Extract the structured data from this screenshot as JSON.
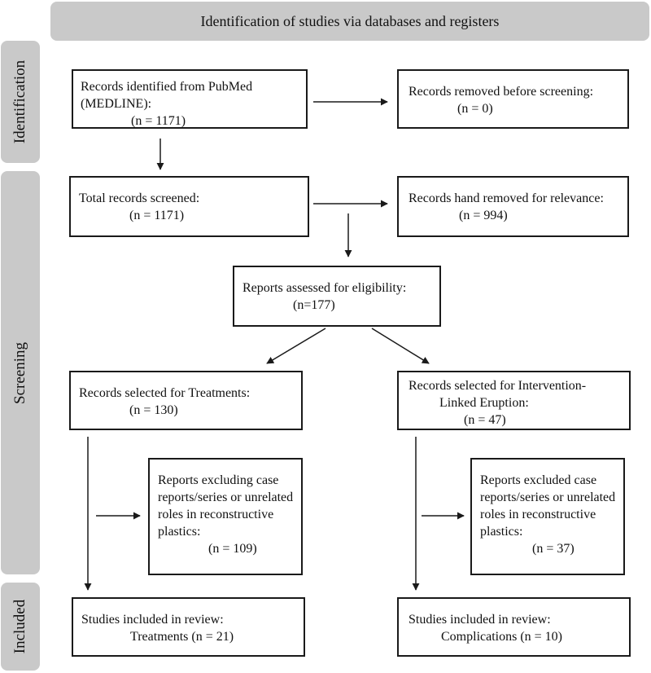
{
  "banner": {
    "title": "Identification of studies via databases and registers"
  },
  "phases": {
    "identification": "Identification",
    "screening": "Screening",
    "included": "Included"
  },
  "boxes": {
    "pubmed": {
      "line1": "Records identified from PubMed",
      "line2": "(MEDLINE):",
      "line3": "(n = 1171)"
    },
    "removed": {
      "line1": "Records removed before screening:",
      "line2": "(n = 0)"
    },
    "screened": {
      "line1": "Total records screened:",
      "line2": "(n = 1171)"
    },
    "hand": {
      "line1": "Records hand removed for relevance:",
      "line2": "(n = 994)"
    },
    "eligibility": {
      "line1": "Reports assessed for eligibility:",
      "line2": "(n=177)"
    },
    "treatments": {
      "line1": "Records selected for Treatments:",
      "line2": "(n = 130)"
    },
    "intervention": {
      "line1": "Records selected for Intervention-",
      "line2": "Linked Eruption:",
      "line3": "(n = 47)"
    },
    "excl_left": {
      "line1": "Reports excluding case",
      "line2": "reports/series or unrelated",
      "line3": "roles in reconstructive",
      "line4": "plastics:",
      "line5": "(n = 109)"
    },
    "excl_right": {
      "line1": "Reports excluded case",
      "line2": "reports/series or unrelated",
      "line3": "roles in reconstructive",
      "line4": "plastics:",
      "line5": "(n = 37)"
    },
    "incl_left": {
      "line1": "Studies included in review:",
      "line2": "Treatments (n = 21)"
    },
    "incl_right": {
      "line1": "Studies included in review:",
      "line2": "Complications (n = 10)"
    }
  }
}
